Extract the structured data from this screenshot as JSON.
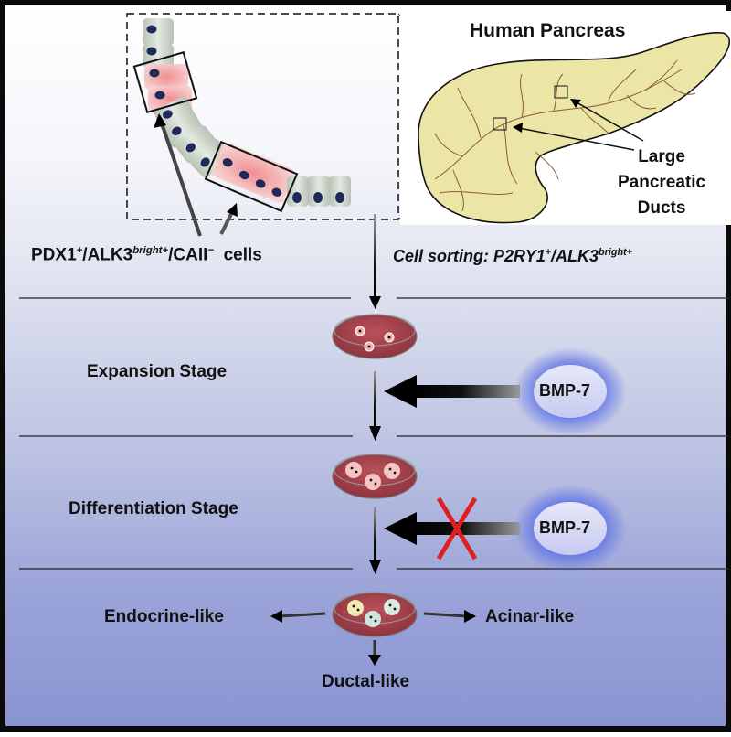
{
  "diagram": {
    "top_left_panel": {
      "label_parts": [
        "PDX1",
        "+",
        "/ALK3",
        "bright+",
        "/CAII",
        "−",
        "  cells"
      ]
    },
    "pancreas_panel": {
      "title": "Human Pancreas",
      "duct_label": [
        "Large",
        "Pancreatic",
        "Ducts"
      ]
    },
    "sorting_label_parts": [
      "Cell sorting: P2RY1",
      "+",
      "/ALK3",
      "bright+"
    ],
    "stages": [
      {
        "name": "Expansion Stage",
        "factor": "BMP-7",
        "factor_blocked": false
      },
      {
        "name": "Differentiation Stage",
        "factor": "BMP-7",
        "factor_blocked": true
      }
    ],
    "outcomes": {
      "left": "Endocrine-like",
      "right": "Acinar-like",
      "bottom": "Ductal-like"
    },
    "colors": {
      "nucleus": "#1e2a5a",
      "cell_gray": "#c9d2c6",
      "cell_pink": "#f3a9aa",
      "pancreas_fill": "#ece6a6",
      "duct_line": "#8b5a3a",
      "dish_red": "#a8444e",
      "bmp_glow": "#5a6ee6",
      "block_x": "#e02020"
    }
  }
}
